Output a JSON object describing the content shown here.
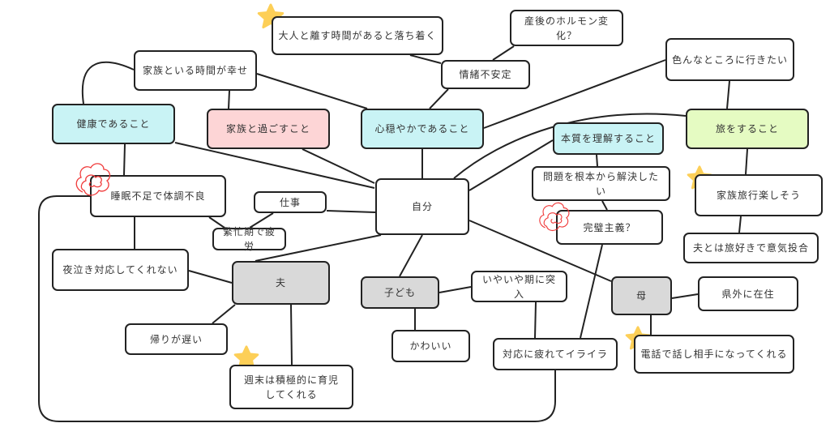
{
  "colors": {
    "cyan": "#c9f3f5",
    "pink": "#fdd5d6",
    "green": "#e5fbc2",
    "gray": "#d9d9d9",
    "star": "#fdcf57",
    "scribble": "#f03a3a"
  },
  "center": "自分",
  "nodes": {
    "relax_alone": "大人と離す時間があると落ち着く",
    "hormone": "産後のホルモン変化？",
    "family_time_happy": "家族といる時間が幸せ",
    "emotional_unstable": "情緒不安定",
    "go_places": "色んなところに行きたい",
    "healthy": "健康であること",
    "family_together": "家族と過ごすこと",
    "calm_mind": "心穏やかであること",
    "understand_essence": "本質を理解すること",
    "travel": "旅をすること",
    "solve_root": "問題を根本から解決したい",
    "family_trip": "家族旅行楽しそう",
    "sleep_lack": "睡眠不足で体調不良",
    "work": "仕事",
    "perfectionism": "完璧主義？",
    "busy_fatigue": "繁忙期で疲労",
    "husband_travel": "夫とは旅好きで意気投合",
    "night_cry": "夜泣き対応してくれない",
    "husband": "夫",
    "child": "子ども",
    "terrible_twos": "いやいや期に突入",
    "mother": "母",
    "lives_away": "県外に在住",
    "late_home": "帰りが遅い",
    "cute": "かわいい",
    "tired_irritated": "対応に疲れてイライラ",
    "phone_talk": "電話で話し相手になってくれる",
    "weekend_childcare": "週末は積極的に育児してくれる"
  }
}
